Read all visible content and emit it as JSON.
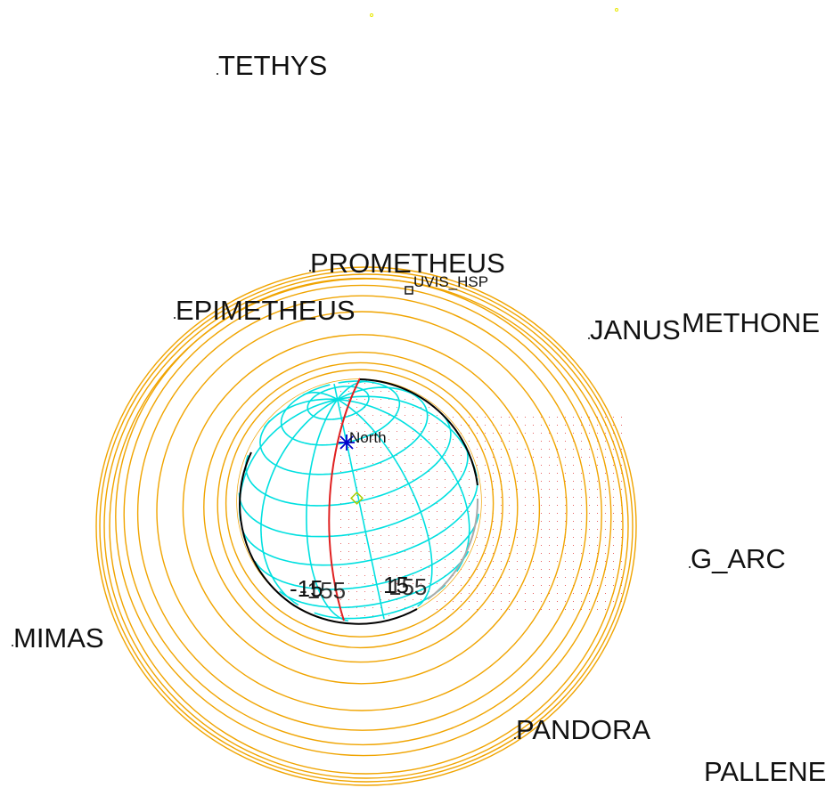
{
  "moons": [
    {
      "name": "TETHYS"
    },
    {
      "name": "PROMETHEUS"
    },
    {
      "name": "EPIMETHEUS"
    },
    {
      "name": "JANUS"
    },
    {
      "name": "METHONE"
    },
    {
      "name": "G_ARC"
    },
    {
      "name": "MIMAS"
    },
    {
      "name": "PANDORA"
    },
    {
      "name": "PALLENE"
    }
  ],
  "instrument": {
    "label": "UVIS_HSP"
  },
  "pole": {
    "label": "North"
  },
  "grid_labels": {
    "left": "-15",
    "center": "15",
    "left_overlap": "-155",
    "center_overlap": "155"
  },
  "colors": {
    "rings": "#f0a400",
    "grid": "#00e0e0",
    "terminator": "#e02020",
    "limb": "#000000",
    "shadow_dots": "#e02020",
    "pole_marker": "#0000cc",
    "subpoint": "#aacc00",
    "stars": "#e8e800"
  }
}
